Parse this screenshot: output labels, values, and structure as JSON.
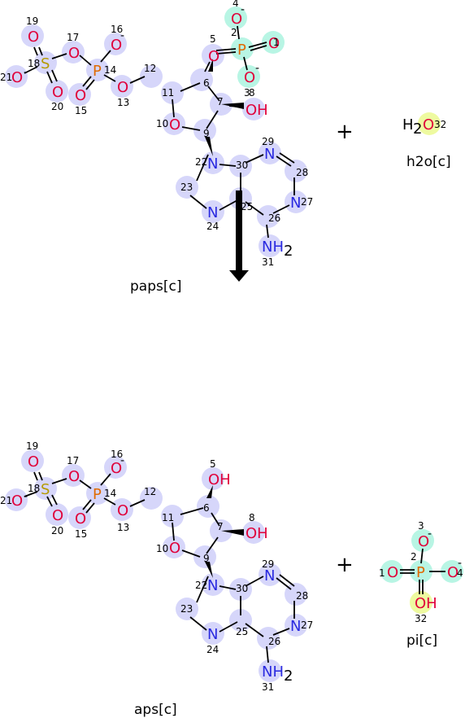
{
  "reaction": {
    "reactants": [
      {
        "id": "paps",
        "label": "paps[c]"
      },
      {
        "id": "h2o",
        "label": "h2o[c]"
      }
    ],
    "products": [
      {
        "id": "aps",
        "label": "aps[c]"
      },
      {
        "id": "pi",
        "label": "pi[c]"
      }
    ],
    "plus_sign": "+"
  },
  "highlight_colors": {
    "default_atom": "#d6d6fa",
    "mapped_phosphate": "#b8f5e4",
    "water_oxygen": "#eefaa0"
  },
  "element_colors": {
    "O": "#e0003a",
    "N": "#2a2ae0",
    "S": "#b59a00",
    "P": "#e06a00"
  },
  "paps_atom_numbers": [
    "1",
    "2",
    "3",
    "4",
    "5",
    "6",
    "7",
    "8",
    "9",
    "10",
    "11",
    "12",
    "13",
    "14",
    "15",
    "16",
    "17",
    "18",
    "19",
    "20",
    "21",
    "22",
    "23",
    "24",
    "25",
    "26",
    "27",
    "28",
    "29",
    "30",
    "31"
  ],
  "aps_atom_numbers": [
    "5",
    "6",
    "7",
    "8",
    "9",
    "10",
    "11",
    "12",
    "13",
    "14",
    "15",
    "16",
    "17",
    "18",
    "19",
    "20",
    "21",
    "22",
    "23",
    "24",
    "25",
    "26",
    "27",
    "28",
    "29",
    "30",
    "31"
  ],
  "h2o_atom_number": "32",
  "pi_atom_numbers": [
    "1",
    "2",
    "3",
    "4",
    "32"
  ],
  "atom_symbols": {
    "O": "O",
    "N": "N",
    "S": "S",
    "P": "P",
    "H": "H",
    "OH": "OH",
    "NH2": "NH",
    "sub2": "2",
    "minus": "-"
  }
}
